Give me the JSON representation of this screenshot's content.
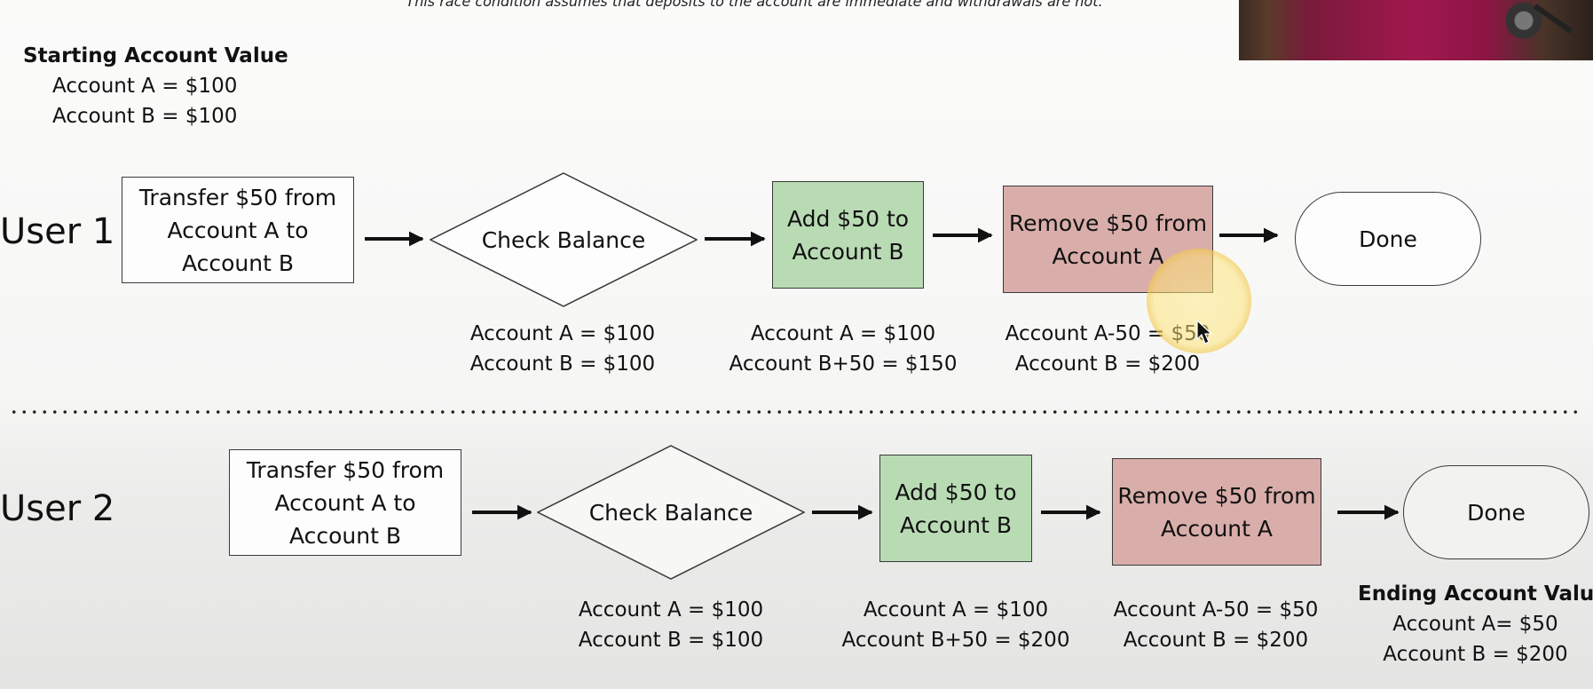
{
  "top_note": "This race condition assumes that deposits to the account are immediate and withdrawals are not.",
  "starting": {
    "title": "Starting Account Value",
    "lines": [
      "Account A = $100",
      "Account B = $100"
    ]
  },
  "user1": {
    "label": "User 1",
    "steps": {
      "transfer": "Transfer $50 from\nAccount A to\nAccount B",
      "check": "Check Balance",
      "add": "Add $50 to\nAccount B",
      "remove": "Remove $50 from\nAccount A",
      "done": "Done"
    },
    "states": {
      "check": [
        "Account A = $100",
        "Account B = $100"
      ],
      "add": [
        "Account A = $100",
        "Account B+50 = $150"
      ],
      "remove": [
        "Account A-50 = $50",
        "Account B = $200"
      ]
    }
  },
  "user2": {
    "label": "User 2",
    "steps": {
      "transfer": "Transfer $50 from\nAccount A to\nAccount B",
      "check": "Check Balance",
      "add": "Add $50 to\nAccount B",
      "remove": "Remove $50 from\nAccount A",
      "done": "Done"
    },
    "states": {
      "check": [
        "Account A = $100",
        "Account B = $100"
      ],
      "add": [
        "Account A = $100",
        "Account B+50 = $200"
      ],
      "remove": [
        "Account A-50 = $50",
        "Account B = $200"
      ]
    }
  },
  "ending": {
    "title": "Ending Account Value",
    "lines": [
      "Account A= $50",
      "Account B = $200"
    ]
  },
  "colors": {
    "add_box": "#b9dbb4",
    "remove_box": "#d9aeaa",
    "cursor_halo": "#f0c446"
  }
}
